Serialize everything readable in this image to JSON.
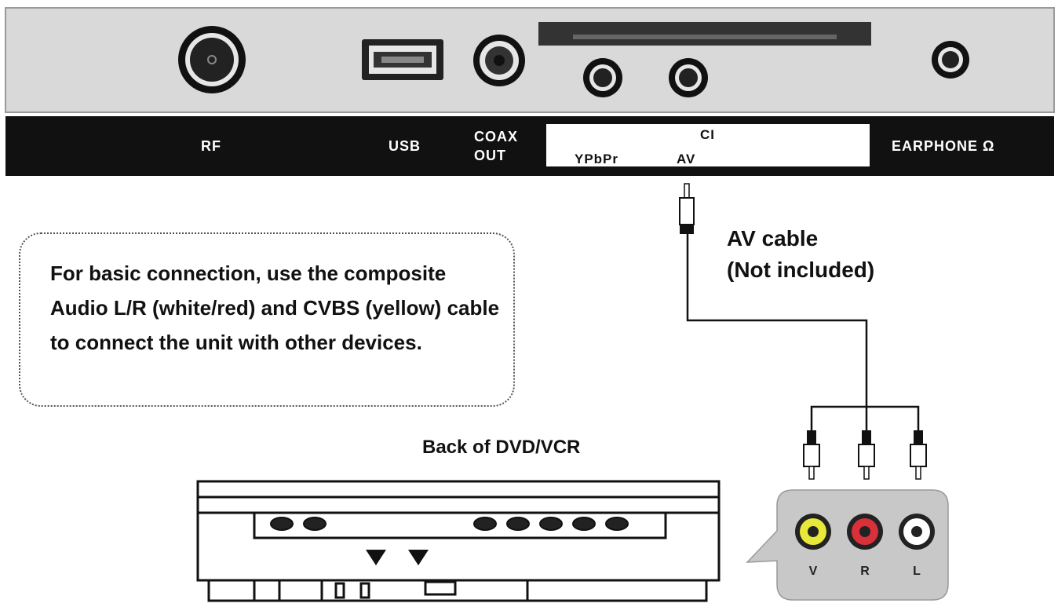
{
  "panel": {
    "labels": {
      "rf": "RF",
      "usb": "USB",
      "coax_line1": "COAX",
      "coax_line2": "OUT",
      "ci": "CI",
      "ypbpr": "YPbPr",
      "av": "AV",
      "earphone": "EARPHONE Ω"
    }
  },
  "callout": {
    "text": "For basic connection, use the composite Audio L/R (white/red) and CVBS (yellow) cable to connect the unit with other devices."
  },
  "cable": {
    "line1": "AV cable",
    "line2": "(Not included)"
  },
  "dvd": {
    "title": "Back of DVD/VCR"
  },
  "jacks": {
    "v": "V",
    "r": "R",
    "l": "L"
  },
  "colors": {
    "panel_bg": "#d9d9d9",
    "label_bar": "#111111",
    "video_yellow": "#e8e83a",
    "audio_red": "#d9303a",
    "audio_white": "#ffffff",
    "jack_box": "#c8c8c8"
  }
}
